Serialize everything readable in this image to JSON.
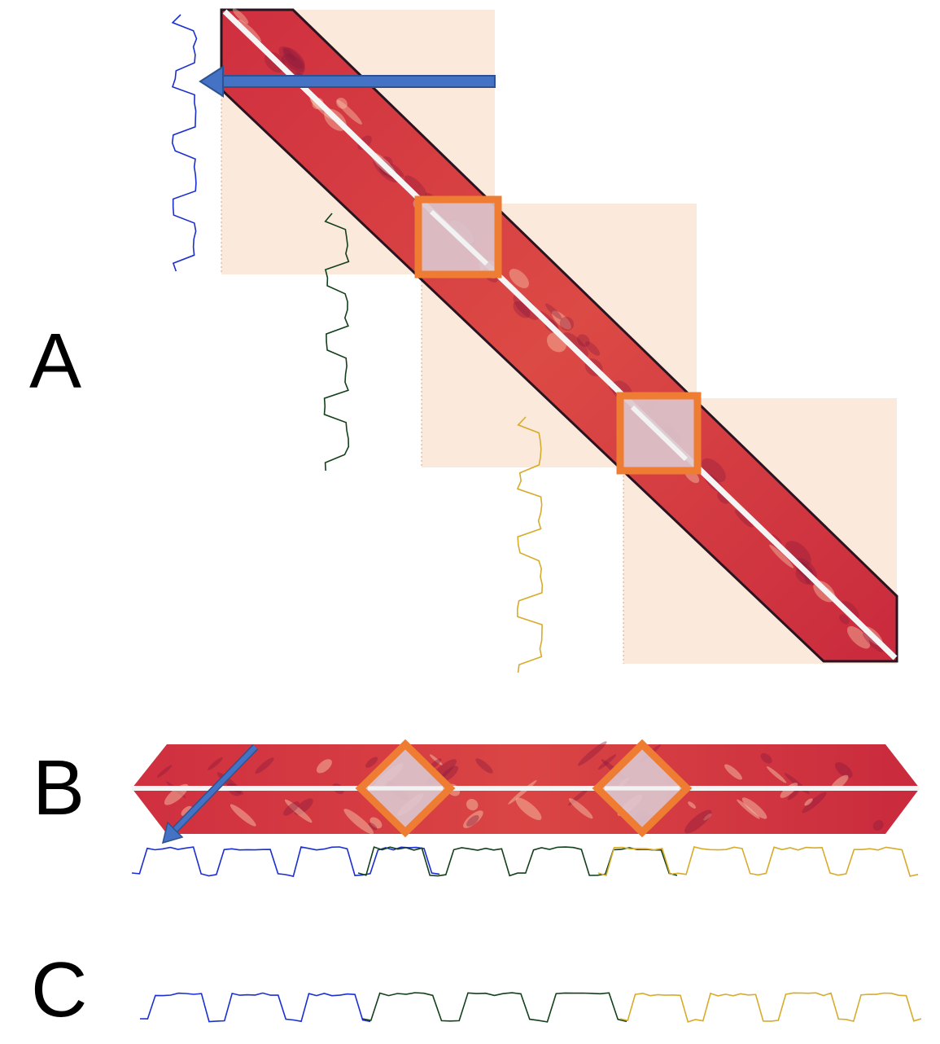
{
  "labels": {
    "a": "A",
    "b": "B",
    "c": "C"
  },
  "colors": {
    "background": "#ffffff",
    "block_bg": "#fbe9db",
    "heatmap_red": "#d8383f",
    "heatmap_dark": "#8a1a3c",
    "heatmap_light": "#f6c0a6",
    "diagonal": "#f5f5f5",
    "highlight_orange": "#ee7c32",
    "arrow_blue": "#4472c4",
    "track_blue": "#1b2fd0",
    "track_green": "#12401a",
    "track_yellow": "#d7ab2b"
  },
  "icons": {
    "arrow_a": "arrow-left-icon",
    "arrow_b": "arrow-down-left-icon"
  }
}
